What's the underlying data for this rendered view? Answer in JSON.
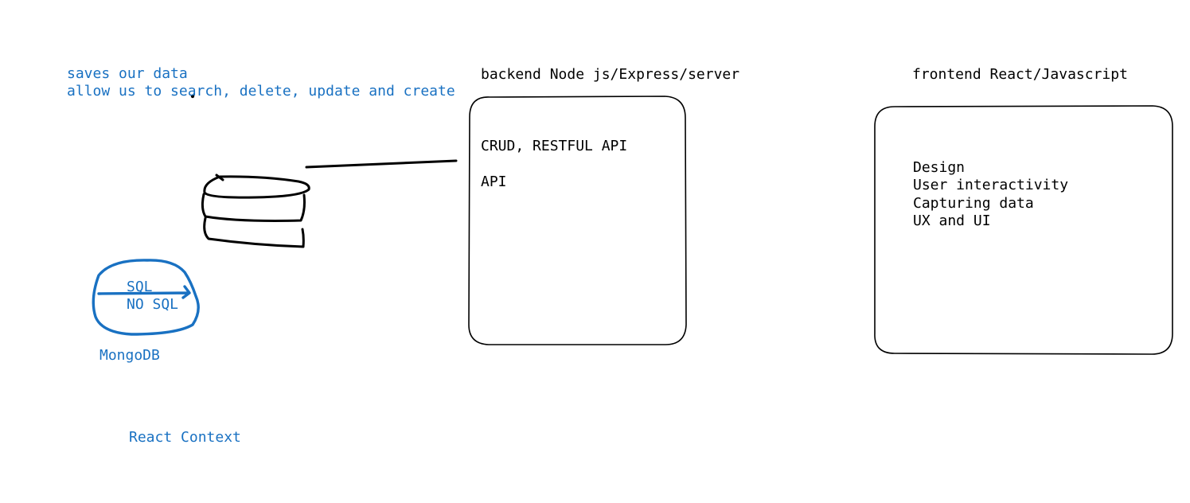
{
  "colors": {
    "ink_black": "#000000",
    "ink_blue": "#1971c2",
    "background": "#ffffff"
  },
  "database_notes": {
    "line1": "saves our data",
    "line2": "allow us to search, delete, update and create"
  },
  "backend": {
    "title": "backend Node js/Express/server",
    "line1": "CRUD, RESTFUL API",
    "line2": "API"
  },
  "frontend": {
    "title": "frontend React/Javascript",
    "items": [
      "Design",
      "User interactivity",
      "Capturing data",
      "UX and UI"
    ]
  },
  "database_types": {
    "sql": "SQL",
    "nosql": "NO SQL",
    "example": "MongoDB"
  },
  "extra_note": "React Context",
  "icons": {
    "database": "database-stack-icon"
  }
}
